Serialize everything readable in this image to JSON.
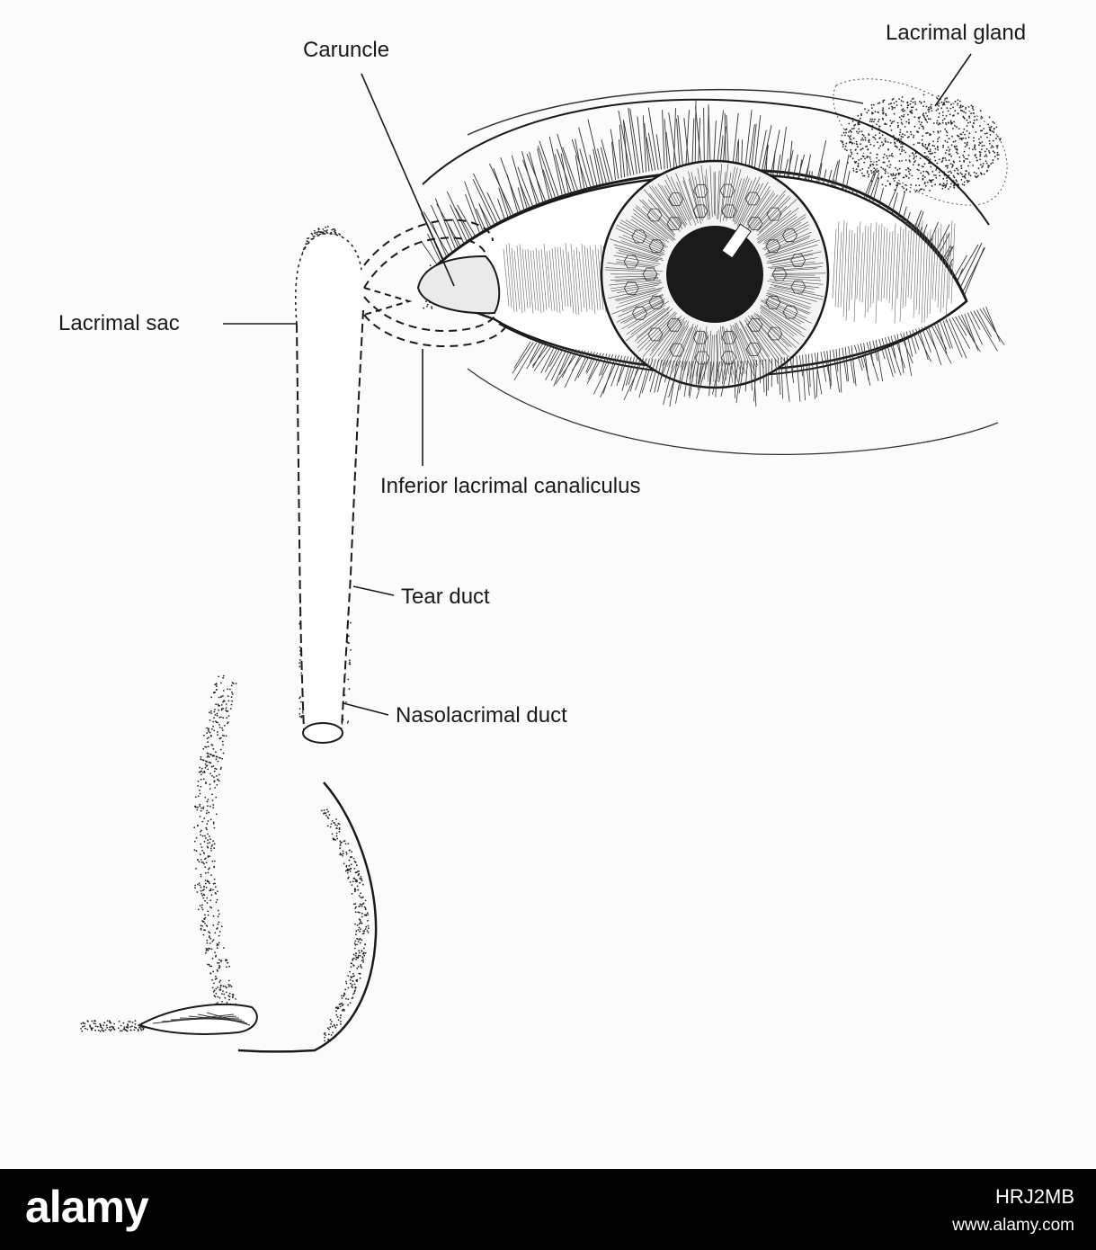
{
  "labels": {
    "caruncle": "Caruncle",
    "lacrimal_gland": "Lacrimal gland",
    "lacrimal_sac": "Lacrimal sac",
    "inferior_canaliculus": "Inferior lacrimal canaliculus",
    "tear_duct": "Tear duct",
    "nasolacrimal_duct": "Nasolacrimal duct"
  },
  "footer": {
    "brand": "alamy",
    "image_id": "HRJ2MB",
    "url": "www.alamy.com"
  },
  "colors": {
    "ink": "#1a1a1a",
    "paper": "#fbfbfb",
    "footer_bg": "#000000",
    "footer_text": "#ffffff"
  }
}
